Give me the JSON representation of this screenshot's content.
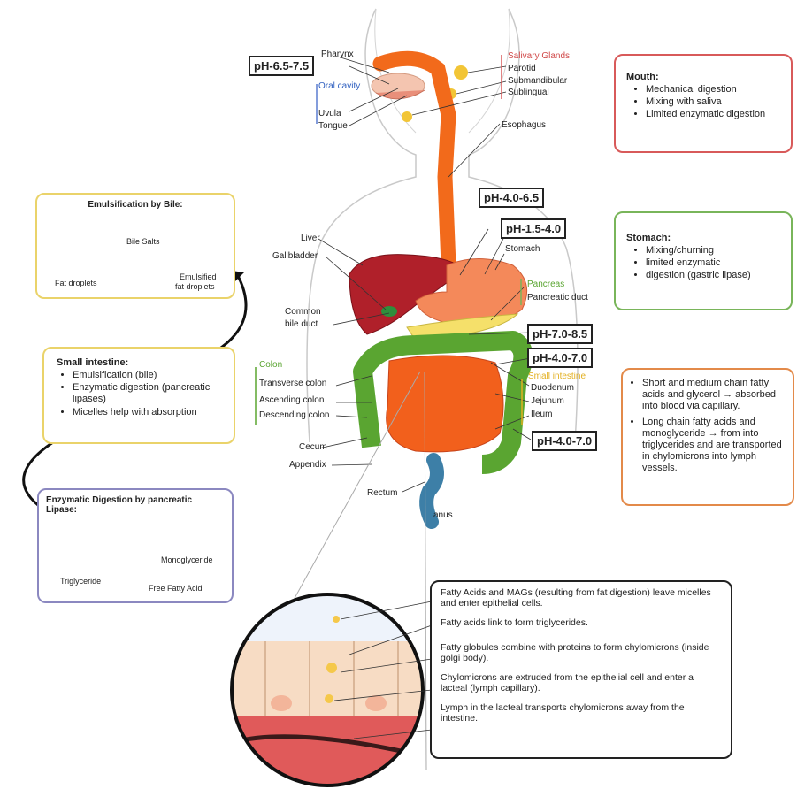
{
  "ph_labels": {
    "mouth": "pH-6.5-7.5",
    "esophagus": "pH-4.0-6.5",
    "stomach": "pH-1.5-4.0",
    "duodenum": "pH-7.0-8.5",
    "jejunum": "pH-4.0-7.0",
    "colon": "pH-4.0-7.0"
  },
  "anatomy": {
    "pharynx": "Pharynx",
    "oral_cavity": "Oral cavity",
    "uvula": "Uvula",
    "tongue": "Tongue",
    "salivary_glands": "Salivary Glands",
    "parotid": "Parotid",
    "submandibular": "Submandibular",
    "sublingual": "Sublingual",
    "esophagus": "Esophagus",
    "liver": "Liver",
    "gallbladder": "Gallbladder",
    "stomach": "Stomach",
    "pancreas": "Pancreas",
    "pancreatic_duct": "Pancreatic duct",
    "common_bile_duct_1": "Common",
    "common_bile_duct_2": "bile duct",
    "colon": "Colon",
    "transverse_colon": "Transverse colon",
    "ascending_colon": "Ascending colon",
    "descending_colon": "Descending colon",
    "small_intestine": "Small intestine",
    "duodenum": "Duodenum",
    "jejunum": "Jejunum",
    "ileum": "Ileum",
    "cecum": "Cecum",
    "appendix": "Appendix",
    "rectum": "Rectum",
    "anus": "anus"
  },
  "mouth_box": {
    "title": "Mouth:",
    "items": [
      "Mechanical digestion",
      "Mixing with saliva",
      "Limited enzymatic digestion"
    ]
  },
  "stomach_box": {
    "title": "Stomach:",
    "items": [
      "Mixing/churning",
      "limited enzymatic",
      "digestion (gastric lipase)"
    ]
  },
  "absorption_box": {
    "items": [
      "Short and medium chain fatty acids and glycerol → absorbed into blood via capillary.",
      "Long chain fatty acids and monoglyceride → from into triglycerides and are transported in chylomicrons into lymph vessels."
    ]
  },
  "emulsification_box": {
    "title": "Emulsification by Bile:",
    "bile_salts": "Bile Salts",
    "fat_droplets": "Fat droplets",
    "emulsified_1": "Emulsified",
    "emulsified_2": "fat droplets"
  },
  "small_intestine_box": {
    "title": "Small intestine:",
    "items": [
      "Emulsification (bile)",
      "Enzymatic digestion (pancreatic lipases)",
      "Micelles help with absorption"
    ]
  },
  "enzymatic_box": {
    "title_1": "Enzymatic Digestion by pancreatic",
    "title_2": "Lipase:",
    "triglyceride": "Triglyceride",
    "monoglyceride": "Monoglyceride",
    "free_fatty_acid": "Free Fatty Acid"
  },
  "epithelial_box": {
    "steps": [
      "Fatty Acids and MAGs (resulting from fat digestion) leave micelles and enter epithelial cells.",
      "Fatty acids link to form triglycerides.",
      "Fatty globules combine with proteins to form chylomicrons (inside golgi body).",
      "Chylomicrons are extruded from the epithelial cell and enter a lacteal (lymph capillary).",
      "Lymph in the lacteal transports chylomicrons away from the intestine."
    ]
  },
  "colors": {
    "esophagus": "#f26a1b",
    "liver": "#b0202a",
    "stomach": "#f4895a",
    "small_intestine": "#f2601c",
    "colon": "#5aa531",
    "mouth_border": "#d85a5a",
    "stomach_border": "#79b55a",
    "absorption_border": "#e38a4a",
    "emulsification_border": "#ead36a",
    "enzymatic_border": "#8b88c0"
  }
}
